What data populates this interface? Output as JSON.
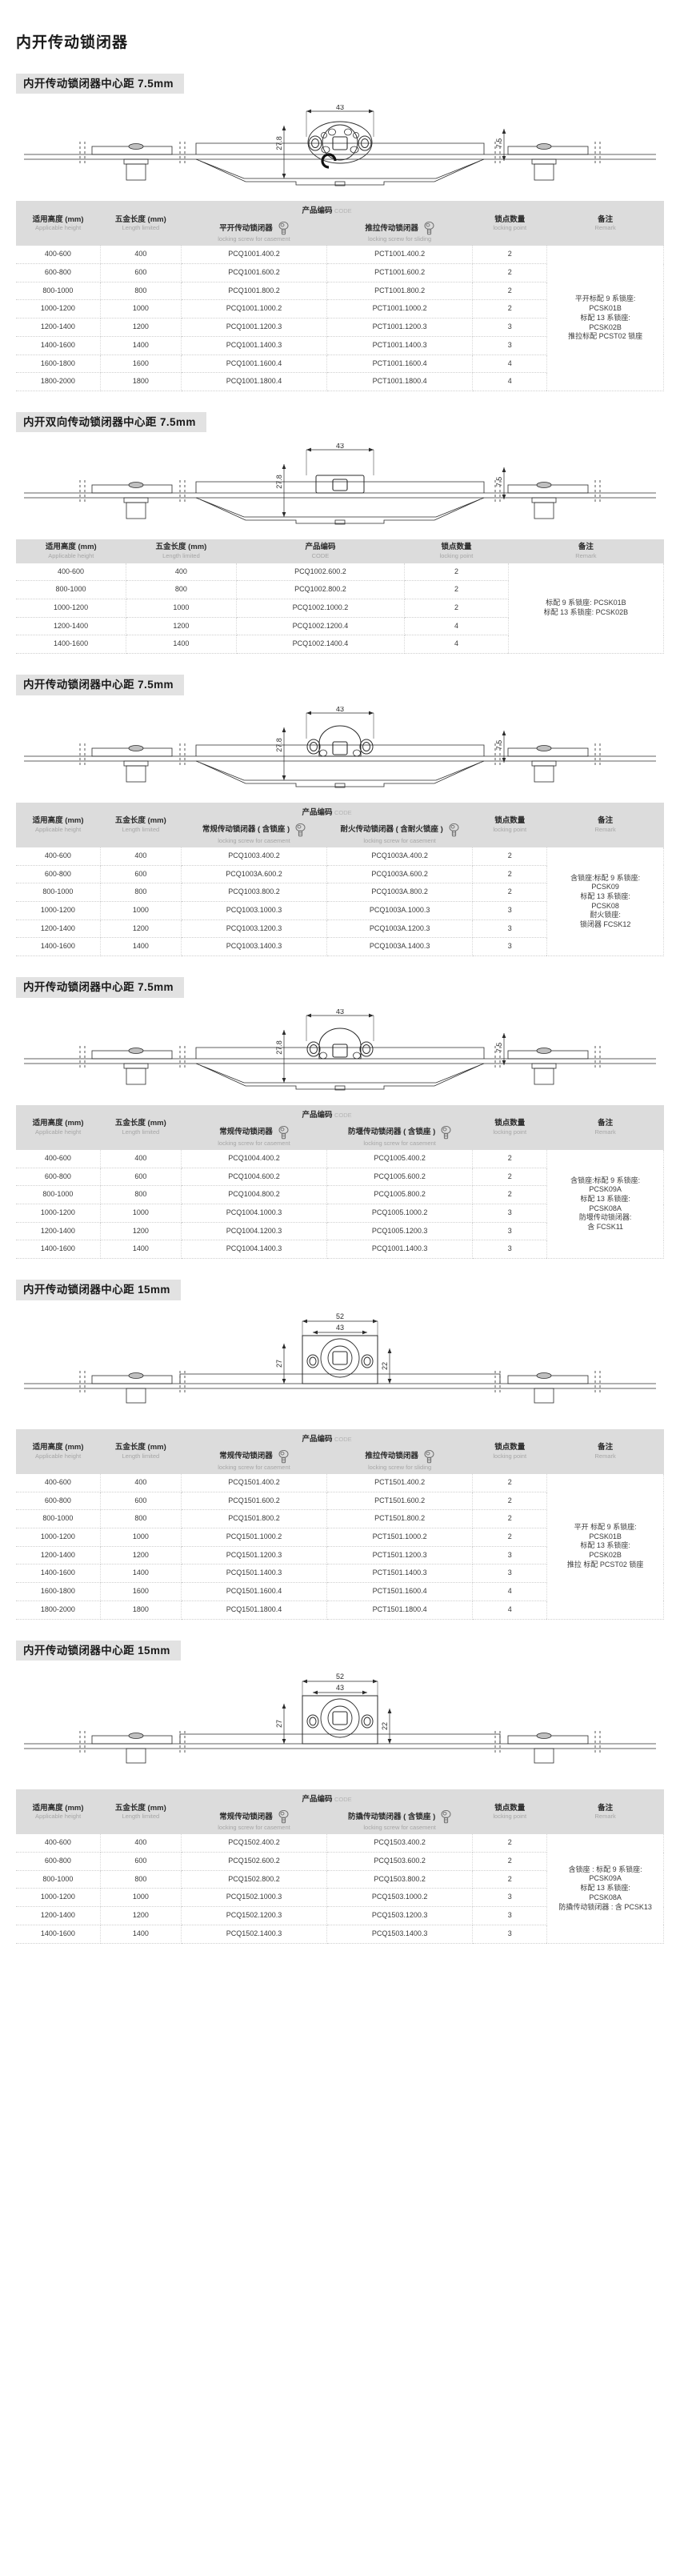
{
  "page": {
    "title": "内开传动锁闭器"
  },
  "common": {
    "headers": {
      "height_cn": "适用高度 (mm)",
      "height_en": "Applicable height",
      "length_cn": "五金长度 (mm)",
      "length_en": "Length limited",
      "code_cn": "产品编码",
      "code_en": "CODE",
      "lockpoint_cn": "锁点数量",
      "lockpoint_en": "locking point",
      "remark_cn": "备注",
      "remark_en": "Remark"
    },
    "dimensions": {
      "width_43": "43",
      "height_278": "27.8",
      "offset_75": "7.5",
      "width_52": "52",
      "height_22": "22",
      "height_27": "27"
    }
  },
  "sections": [
    {
      "id": "sec1",
      "title": "内开传动锁闭器中心距 7.5mm",
      "drawing": "lock-drawing-rosette",
      "table": {
        "code_group_sub": [
          {
            "cn": "平开传动锁闭器",
            "en": "locking screw for casement",
            "icon": "screw-icon"
          },
          {
            "cn": "推拉传动锁闭器",
            "en": "locking screw for sliding",
            "icon": "screw-icon"
          }
        ],
        "rows": [
          {
            "height": "400-600",
            "length": "400",
            "code1": "PCQ1001.400.2",
            "code2": "PCT1001.400.2",
            "points": "2"
          },
          {
            "height": "600-800",
            "length": "600",
            "code1": "PCQ1001.600.2",
            "code2": "PCT1001.600.2",
            "points": "2"
          },
          {
            "height": "800-1000",
            "length": "800",
            "code1": "PCQ1001.800.2",
            "code2": "PCT1001.800.2",
            "points": "2"
          },
          {
            "height": "1000-1200",
            "length": "1000",
            "code1": "PCQ1001.1000.2",
            "code2": "PCT1001.1000.2",
            "points": "2"
          },
          {
            "height": "1200-1400",
            "length": "1200",
            "code1": "PCQ1001.1200.3",
            "code2": "PCT1001.1200.3",
            "points": "3"
          },
          {
            "height": "1400-1600",
            "length": "1400",
            "code1": "PCQ1001.1400.3",
            "code2": "PCT1001.1400.3",
            "points": "3"
          },
          {
            "height": "1600-1800",
            "length": "1600",
            "code1": "PCQ1001.1600.4",
            "code2": "PCT1001.1600.4",
            "points": "4"
          },
          {
            "height": "1800-2000",
            "length": "1800",
            "code1": "PCQ1001.1800.4",
            "code2": "PCT1001.1800.4",
            "points": "4"
          }
        ],
        "remark": "平开标配 9 系锁座:\nPCSK01B\n标配 13 系锁座:\nPCSK02B\n推拉标配 PCST02 锁座"
      }
    },
    {
      "id": "sec2",
      "title": "内开双向传动锁闭器中心距 7.5mm",
      "drawing": "lock-drawing-bidirectional",
      "table": {
        "code_group_sub": [],
        "rows": [
          {
            "height": "400-600",
            "length": "400",
            "code1": "PCQ1002.600.2",
            "points": "2"
          },
          {
            "height": "800-1000",
            "length": "800",
            "code1": "PCQ1002.800.2",
            "points": "2"
          },
          {
            "height": "1000-1200",
            "length": "1000",
            "code1": "PCQ1002.1000.2",
            "points": "2"
          },
          {
            "height": "1200-1400",
            "length": "1200",
            "code1": "PCQ1002.1200.4",
            "points": "4"
          },
          {
            "height": "1400-1600",
            "length": "1400",
            "code1": "PCQ1002.1400.4",
            "points": "4"
          }
        ],
        "remark": "标配 9 系锁座: PCSK01B\n标配 13 系锁座: PCSK02B"
      }
    },
    {
      "id": "sec3",
      "title": "内开传动锁闭器中心距 7.5mm",
      "drawing": "lock-drawing-arch",
      "table": {
        "code_group_sub": [
          {
            "cn": "常规传动锁闭器 ( 含锁座 )",
            "en": "locking screw for casement",
            "icon": "screw-icon"
          },
          {
            "cn": "耐火传动锁闭器 ( 含耐火锁座 )",
            "en": "locking screw for casement",
            "icon": "screw-icon"
          }
        ],
        "rows": [
          {
            "height": "400-600",
            "length": "400",
            "code1": "PCQ1003.400.2",
            "code2": "PCQ1003A.400.2",
            "points": "2"
          },
          {
            "height": "600-800",
            "length": "600",
            "code1": "PCQ1003A.600.2",
            "code2": "PCQ1003A.600.2",
            "points": "2"
          },
          {
            "height": "800-1000",
            "length": "800",
            "code1": "PCQ1003.800.2",
            "code2": "PCQ1003A.800.2",
            "points": "2"
          },
          {
            "height": "1000-1200",
            "length": "1000",
            "code1": "PCQ1003.1000.3",
            "code2": "PCQ1003A.1000.3",
            "points": "3"
          },
          {
            "height": "1200-1400",
            "length": "1200",
            "code1": "PCQ1003.1200.3",
            "code2": "PCQ1003A.1200.3",
            "points": "3"
          },
          {
            "height": "1400-1600",
            "length": "1400",
            "code1": "PCQ1003.1400.3",
            "code2": "PCQ1003A.1400.3",
            "points": "3"
          }
        ],
        "remark": "含锁座:标配 9 系锁座:\nPCSK09\n标配 13 系锁座:\nPCSK08\n耐火锁座:\n锁闭器 FCSK12"
      }
    },
    {
      "id": "sec4",
      "title": "内开传动锁闭器中心距 7.5mm",
      "drawing": "lock-drawing-arch2",
      "table": {
        "code_group_sub": [
          {
            "cn": "常规传动锁闭器",
            "en": "locking screw for casement",
            "icon": "screw-icon"
          },
          {
            "cn": "防堰传动锁闭器 ( 含锁座 )",
            "en": "locking screw for casement",
            "icon": "screw-icon"
          }
        ],
        "rows": [
          {
            "height": "400-600",
            "length": "400",
            "code1": "PCQ1004.400.2",
            "code2": "PCQ1005.400.2",
            "points": "2"
          },
          {
            "height": "600-800",
            "length": "600",
            "code1": "PCQ1004.600.2",
            "code2": "PCQ1005.600.2",
            "points": "2"
          },
          {
            "height": "800-1000",
            "length": "800",
            "code1": "PCQ1004.800.2",
            "code2": "PCQ1005.800.2",
            "points": "2"
          },
          {
            "height": "1000-1200",
            "length": "1000",
            "code1": "PCQ1004.1000.3",
            "code2": "PCQ1005.1000.2",
            "points": "3"
          },
          {
            "height": "1200-1400",
            "length": "1200",
            "code1": "PCQ1004.1200.3",
            "code2": "PCQ1005.1200.3",
            "points": "3"
          },
          {
            "height": "1400-1600",
            "length": "1400",
            "code1": "PCQ1004.1400.3",
            "code2": "PCQ1001.1400.3",
            "points": "3"
          }
        ],
        "remark": "含锁座:标配 9 系锁座:\nPCSK09A\n标配 13 系锁座:\nPCSK08A\n防堰传动锁闭器:\n含 FCSK11"
      }
    },
    {
      "id": "sec5",
      "title": "内开传动锁闭器中心距 15mm",
      "drawing": "lock-drawing-15mm",
      "table": {
        "code_group_sub": [
          {
            "cn": "常规传动锁闭器",
            "en": "locking screw for casement",
            "icon": "screw-icon"
          },
          {
            "cn": "推拉传动锁闭器",
            "en": "locking screw for sliding",
            "icon": "screw-icon"
          }
        ],
        "rows": [
          {
            "height": "400-600",
            "length": "400",
            "code1": "PCQ1501.400.2",
            "code2": "PCT1501.400.2",
            "points": "2"
          },
          {
            "height": "600-800",
            "length": "600",
            "code1": "PCQ1501.600.2",
            "code2": "PCT1501.600.2",
            "points": "2"
          },
          {
            "height": "800-1000",
            "length": "800",
            "code1": "PCQ1501.800.2",
            "code2": "PCT1501.800.2",
            "points": "2"
          },
          {
            "height": "1000-1200",
            "length": "1000",
            "code1": "PCQ1501.1000.2",
            "code2": "PCT1501.1000.2",
            "points": "2"
          },
          {
            "height": "1200-1400",
            "length": "1200",
            "code1": "PCQ1501.1200.3",
            "code2": "PCT1501.1200.3",
            "points": "3"
          },
          {
            "height": "1400-1600",
            "length": "1400",
            "code1": "PCQ1501.1400.3",
            "code2": "PCT1501.1400.3",
            "points": "3"
          },
          {
            "height": "1600-1800",
            "length": "1600",
            "code1": "PCQ1501.1600.4",
            "code2": "PCT1501.1600.4",
            "points": "4"
          },
          {
            "height": "1800-2000",
            "length": "1800",
            "code1": "PCQ1501.1800.4",
            "code2": "PCT1501.1800.4",
            "points": "4"
          }
        ],
        "remark": "平开 标配 9 系锁座:\nPCSK01B\n标配 13 系锁座:\nPCSK02B\n推拉 标配 PCST02 锁座"
      }
    },
    {
      "id": "sec6",
      "title": "内开传动锁闭器中心距 15mm",
      "drawing": "lock-drawing-15mm-b",
      "table": {
        "code_group_sub": [
          {
            "cn": "常规传动锁闭器",
            "en": "locking screw for casement",
            "icon": "screw-icon"
          },
          {
            "cn": "防撬传动锁闭器 ( 含锁座 )",
            "en": "locking screw for casement",
            "icon": "screw-icon"
          }
        ],
        "rows": [
          {
            "height": "400-600",
            "length": "400",
            "code1": "PCQ1502.400.2",
            "code2": "PCQ1503.400.2",
            "points": "2"
          },
          {
            "height": "600-800",
            "length": "600",
            "code1": "PCQ1502.600.2",
            "code2": "PCQ1503.600.2",
            "points": "2"
          },
          {
            "height": "800-1000",
            "length": "800",
            "code1": "PCQ1502.800.2",
            "code2": "PCQ1503.800.2",
            "points": "2"
          },
          {
            "height": "1000-1200",
            "length": "1000",
            "code1": "PCQ1502.1000.3",
            "code2": "PCQ1503.1000.2",
            "points": "3"
          },
          {
            "height": "1200-1400",
            "length": "1200",
            "code1": "PCQ1502.1200.3",
            "code2": "PCQ1503.1200.3",
            "points": "3"
          },
          {
            "height": "1400-1600",
            "length": "1400",
            "code1": "PCQ1502.1400.3",
            "code2": "PCQ1503.1400.3",
            "points": "3"
          }
        ],
        "remark": "含锁座 : 标配 9 系锁座:\nPCSK09A\n标配 13 系锁座:\nPCSK08A\n防撬传动锁闭器 : 含 PCSK13"
      }
    }
  ]
}
